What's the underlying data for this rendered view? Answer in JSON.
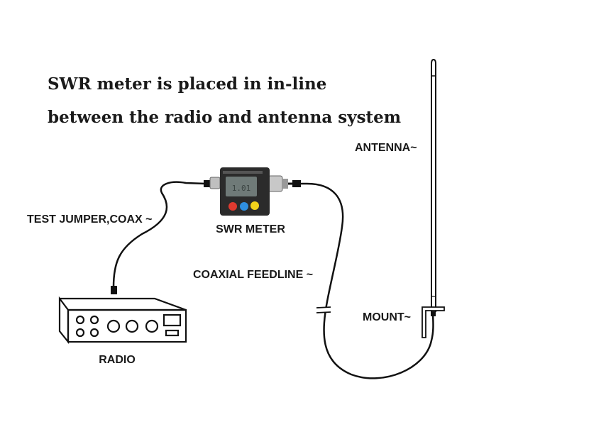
{
  "title": {
    "line1": "SWR meter is placed in in-line",
    "line2": "between the radio and antenna system"
  },
  "labels": {
    "antenna": "ANTENNA~",
    "test_jumper": "TEST JUMPER,COAX ~",
    "swr_meter": "SWR METER",
    "coaxial_feedline": "COAXIAL FEEDLINE ~",
    "mount": "MOUNT~",
    "radio": "RADIO"
  },
  "meter": {
    "button_colors": [
      "#e03a2f",
      "#2f8fe0",
      "#f2d21b"
    ],
    "body_color": "#2b2b2b",
    "screen_color": "#6f7a78"
  }
}
